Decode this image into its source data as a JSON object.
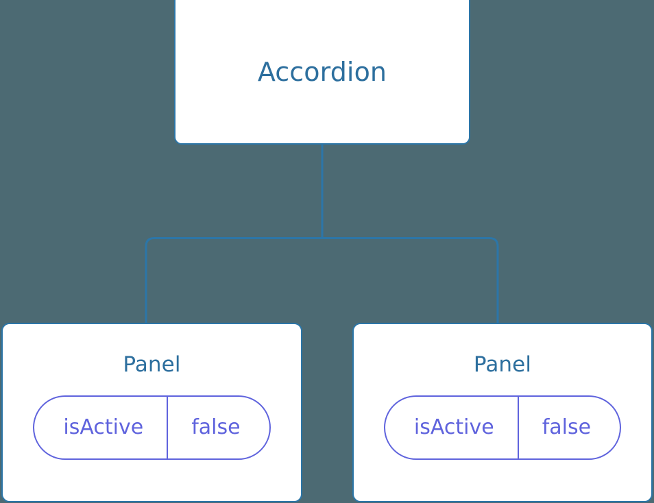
{
  "diagram": {
    "type": "component-tree",
    "background_color": "#4c6a73",
    "edge_color": "#2c76a8",
    "node_border_color": "#2c76a8",
    "node_fill_color": "#ffffff",
    "node_title_color": "#2d6f9e",
    "state_accent_color": "#5f63dd",
    "root": {
      "title": "Accordion"
    },
    "children": [
      {
        "title": "Panel",
        "state": {
          "key": "isActive",
          "value": "false"
        }
      },
      {
        "title": "Panel",
        "state": {
          "key": "isActive",
          "value": "false"
        }
      }
    ]
  }
}
